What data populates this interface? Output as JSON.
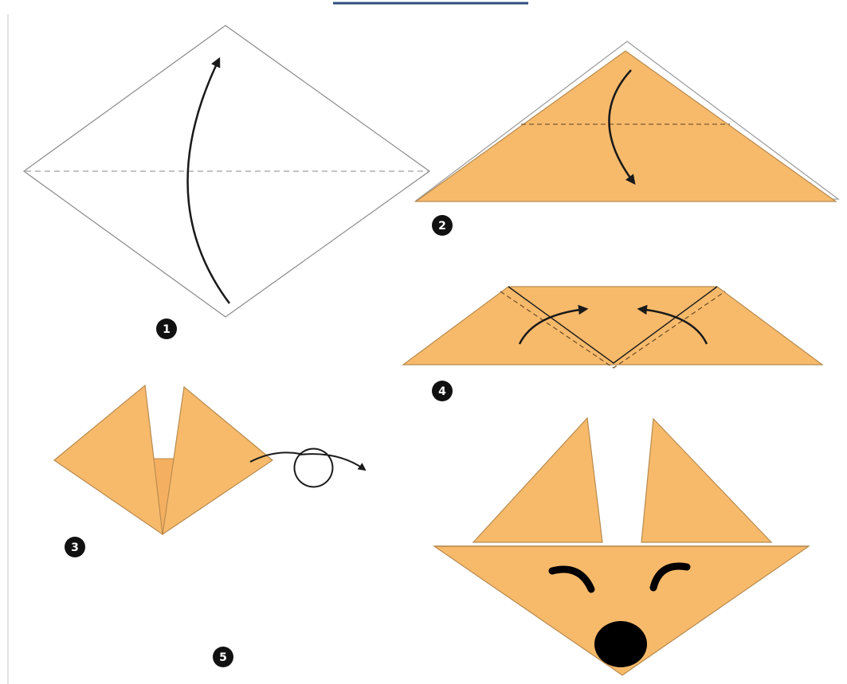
{
  "steps": [
    {
      "number": "1"
    },
    {
      "number": "2"
    },
    {
      "number": "3"
    },
    {
      "number": "4"
    },
    {
      "number": "5"
    }
  ],
  "colors": {
    "paper": "#F7BA6B",
    "paper_edge": "#B88A4E",
    "outline": "#7a7a7a",
    "fold_line": "#9a9a9a",
    "arrow": "#1a1a1a",
    "badge": "#111111",
    "face": "#000000",
    "top_rule": "#2f4f7f"
  },
  "icons": {
    "badge": "numbered-circle-icon",
    "fold_arrow": "curved-arrow-icon",
    "turn_over": "loop-arrow-icon"
  }
}
